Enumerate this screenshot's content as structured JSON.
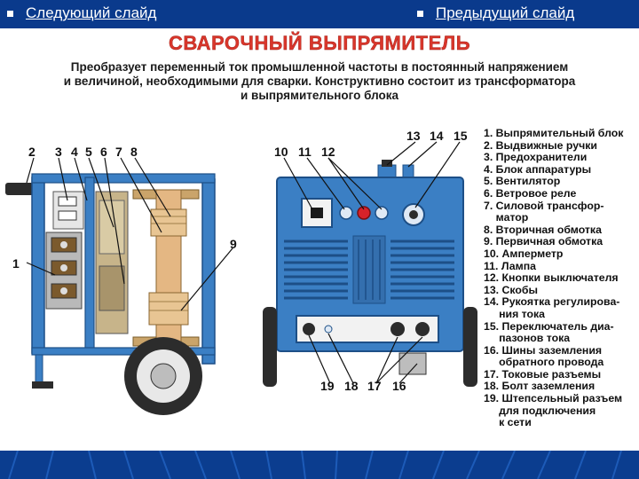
{
  "nav": {
    "next_label": "Следующий слайд",
    "prev_label": "Предыдущий слайд"
  },
  "title": "СВАРОЧНЫЙ ВЫПРЯМИТЕЛЬ",
  "subtitle": [
    "Преобразует переменный ток промышленной частоты в постоянный напряжением",
    "и величиной, необходимыми для сварки. Конструктивно состоит из трансформатора",
    "и выпрямительного блока"
  ],
  "callouts": {
    "left": [
      "1",
      "2",
      "3",
      "4",
      "5",
      "6",
      "7",
      "8",
      "9"
    ],
    "right": [
      "10",
      "11",
      "12",
      "13",
      "14",
      "15",
      "16",
      "17",
      "18",
      "19"
    ]
  },
  "legend": [
    "1. Выпрямительный блок",
    "2. Выдвижные ручки",
    "3. Предохранители",
    "4. Блок аппаратуры",
    "5. Вентилятор",
    "6. Ветровое реле",
    "7. Силовой трансфор-",
    "    матор",
    "8. Вторичная обмотка",
    "9. Первичная обмотка",
    "10. Амперметр",
    "11. Лампа",
    "12. Кнопки выключателя",
    "13. Скобы",
    "14. Рукоятка регулирова-",
    "     ния тока",
    "15. Переключатель диа-",
    "     пазонов тока",
    "16. Шины заземления",
    "     обратного провода",
    "17. Токовые разъемы",
    "18. Болт заземления",
    "19. Штепсельный разъем",
    "     для подключения",
    "     к сети"
  ],
  "colors": {
    "bar_blue": "#0a3a8c",
    "machine_blue": "#3b7fc4",
    "title_red": "#d9362b"
  }
}
